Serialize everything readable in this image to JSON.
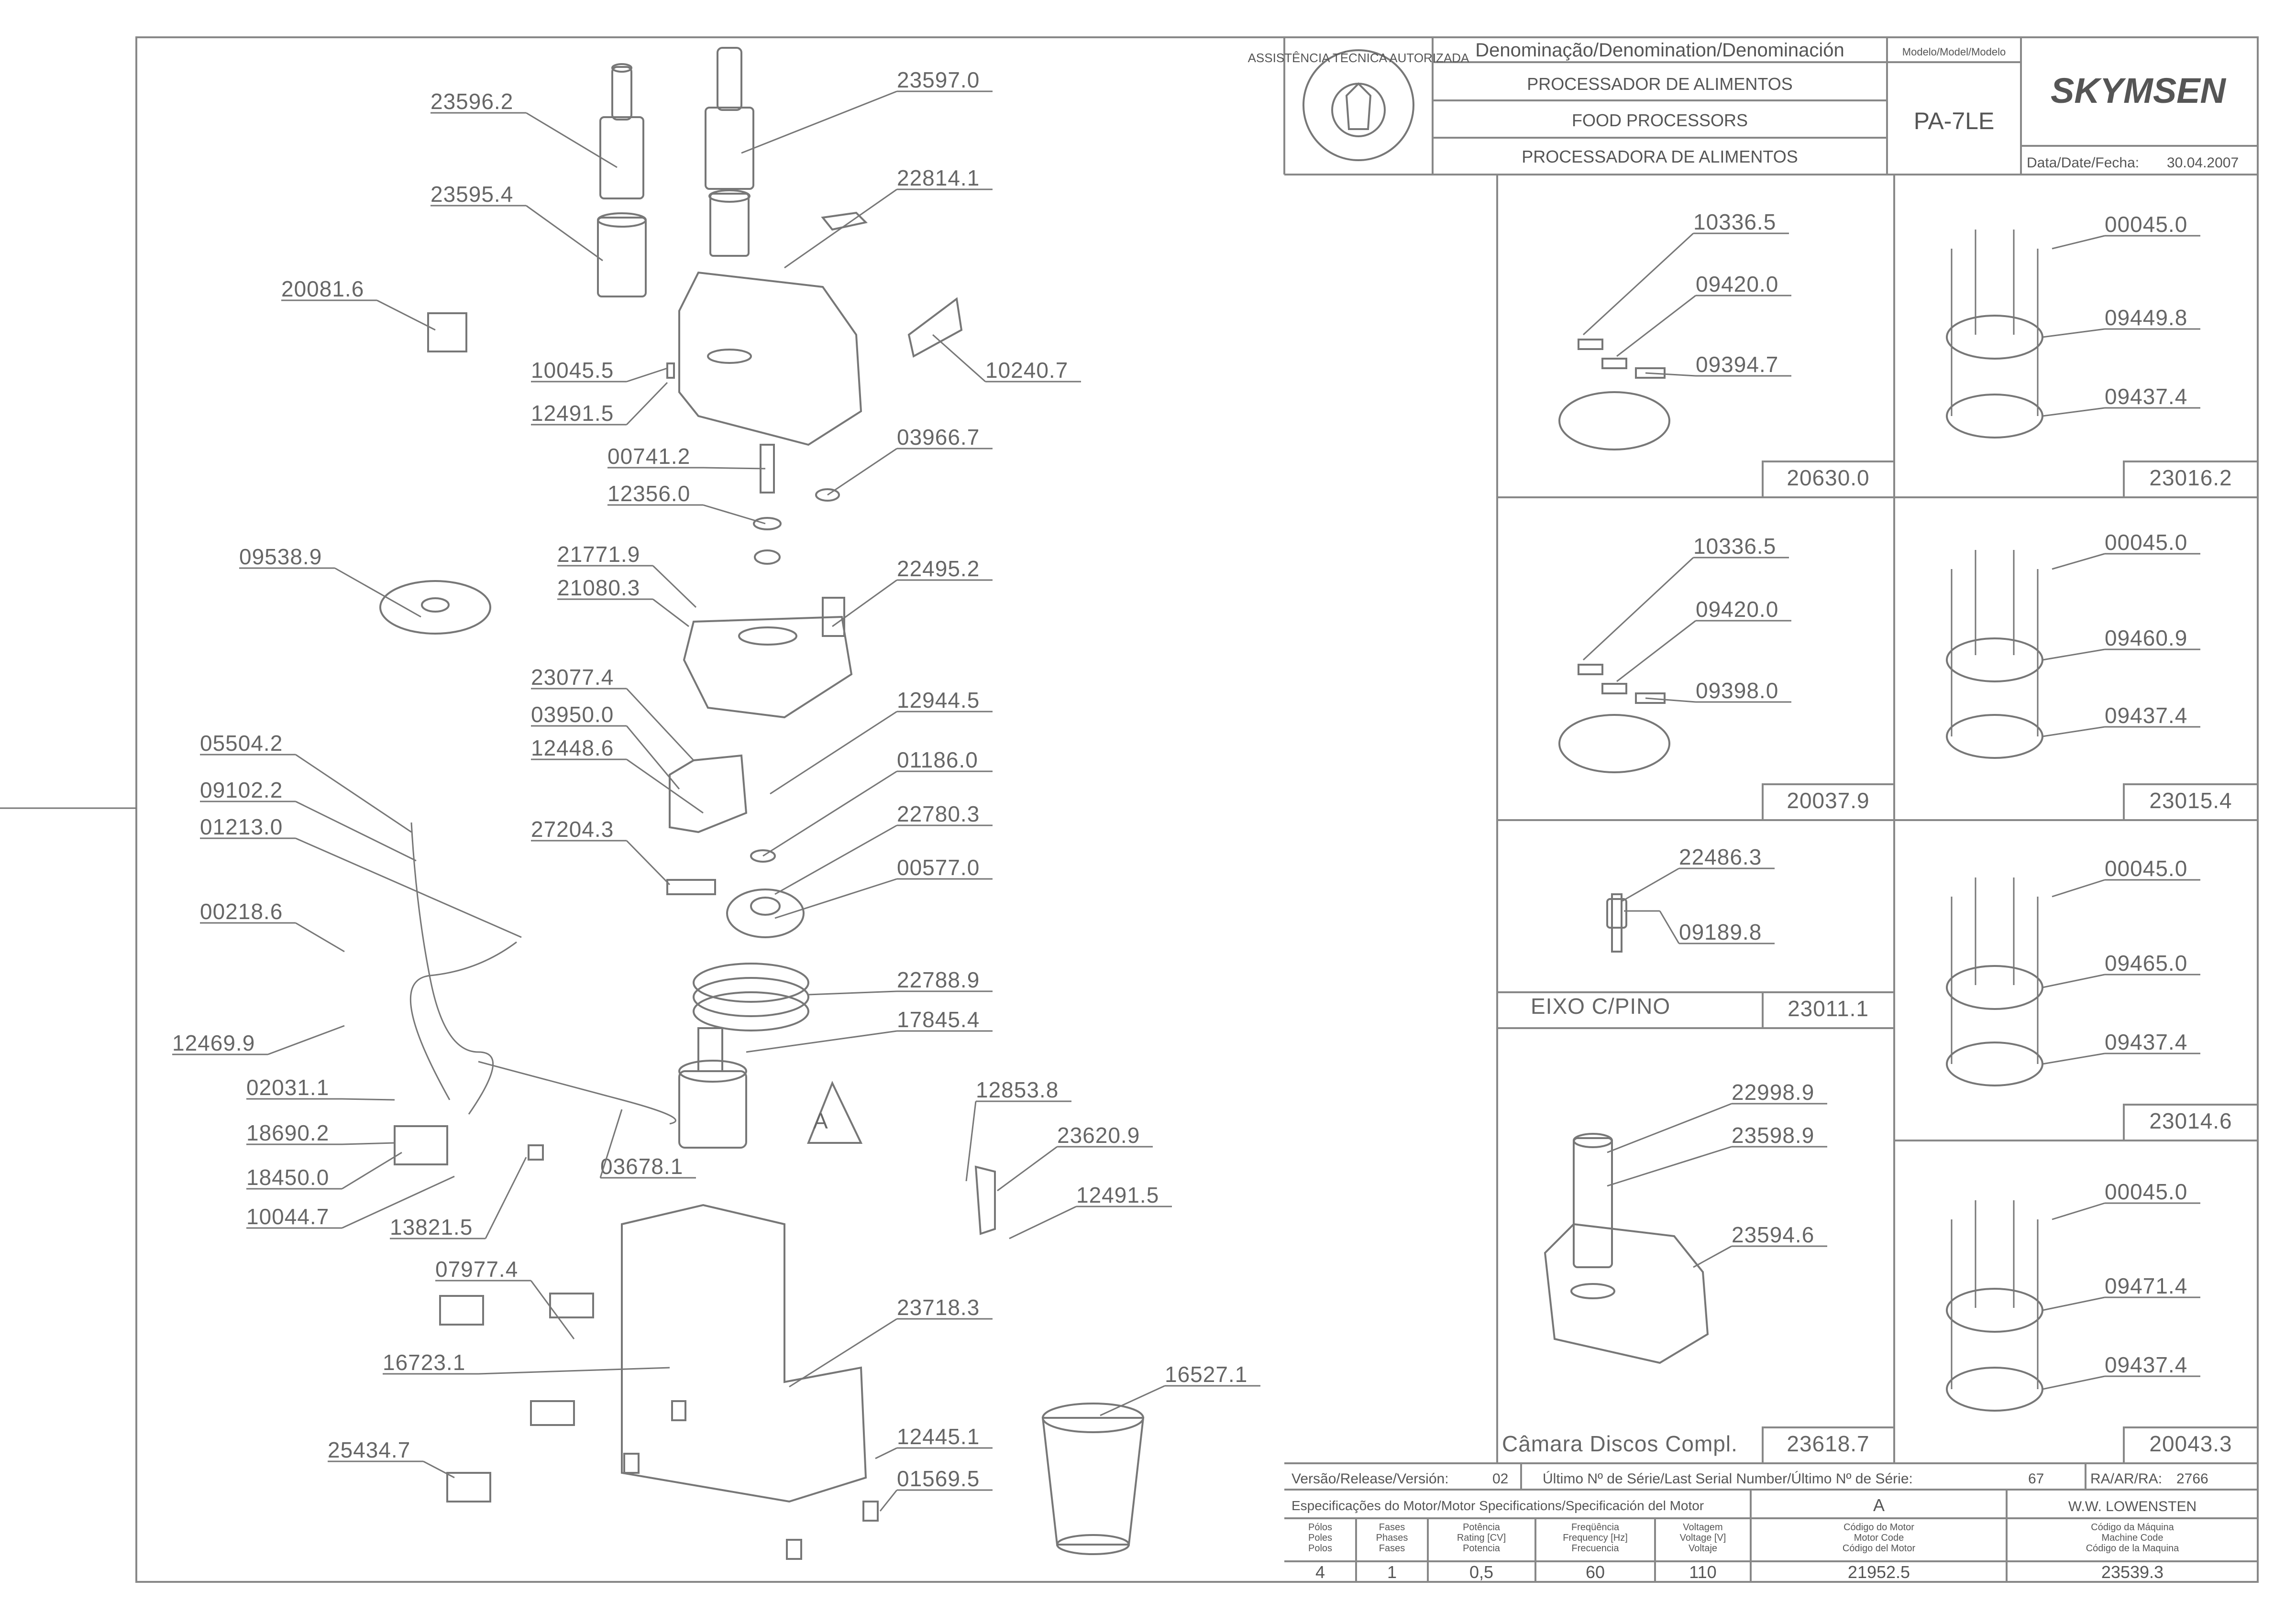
{
  "main_parts": [
    {
      "code": "23596.2"
    },
    {
      "code": "23597.0"
    },
    {
      "code": "23595.4"
    },
    {
      "code": "22814.1"
    },
    {
      "code": "20081.6"
    },
    {
      "code": "10045.5"
    },
    {
      "code": "12491.5"
    },
    {
      "code": "10240.7"
    },
    {
      "code": "00741.2"
    },
    {
      "code": "03966.7"
    },
    {
      "code": "12356.0"
    },
    {
      "code": "09538.9"
    },
    {
      "code": "21771.9"
    },
    {
      "code": "21080.3"
    },
    {
      "code": "22495.2"
    },
    {
      "code": "23077.4"
    },
    {
      "code": "03950.0"
    },
    {
      "code": "12944.5"
    },
    {
      "code": "12448.6"
    },
    {
      "code": "05504.2"
    },
    {
      "code": "01186.0"
    },
    {
      "code": "09102.2"
    },
    {
      "code": "01213.0"
    },
    {
      "code": "27204.3"
    },
    {
      "code": "22780.3"
    },
    {
      "code": "00577.0"
    },
    {
      "code": "00218.6"
    },
    {
      "code": "22788.9"
    },
    {
      "code": "17845.4"
    },
    {
      "code": "12469.9"
    },
    {
      "code": "02031.1"
    },
    {
      "code": "12853.8"
    },
    {
      "code": "18690.2"
    },
    {
      "code": "23620.9"
    },
    {
      "code": "18450.0"
    },
    {
      "code": "03678.1"
    },
    {
      "code": "12491.5"
    },
    {
      "code": "10044.7"
    },
    {
      "code": "13821.5"
    },
    {
      "code": "07977.4"
    },
    {
      "code": "23718.3"
    },
    {
      "code": "16723.1"
    },
    {
      "code": "16527.1"
    },
    {
      "code": "12445.1"
    },
    {
      "code": "25434.7"
    },
    {
      "code": "01569.5"
    }
  ],
  "detail_letter": "A",
  "title_block": {
    "denomination_header": "Denominação/Denomination/Denominación",
    "names": [
      "PROCESSADOR DE ALIMENTOS",
      "FOOD PROCESSORS",
      "PROCESSADORA DE ALIMENTOS"
    ],
    "model_header": "Modelo/Model/Modelo",
    "model": "PA-7LE",
    "brand": "SKYMSEN",
    "date_label": "Data/Date/Fecha:",
    "date": "30.04.2007",
    "badge_text": "ASSISTÊNCIA TÉCNICA AUTORIZADA"
  },
  "kits": {
    "k1": {
      "parts": [
        "10336.5",
        "09420.0",
        "09394.7"
      ],
      "code": "20630.0"
    },
    "k2": {
      "parts": [
        "10336.5",
        "09420.0",
        "09398.0"
      ],
      "code": "20037.9"
    },
    "k3": {
      "parts": [
        "22486.3",
        "09189.8"
      ],
      "caption": "EIXO C/PINO",
      "code": "23011.1"
    },
    "k4": {
      "parts": [
        "22998.9",
        "23598.9",
        "23594.6"
      ],
      "caption": "Câmara Discos Compl.",
      "code": "23618.7"
    },
    "d1": {
      "parts": [
        "00045.0",
        "09449.8",
        "09437.4"
      ],
      "code": "23016.2"
    },
    "d2": {
      "parts": [
        "00045.0",
        "09460.9",
        "09437.4"
      ],
      "code": "23015.4"
    },
    "d3": {
      "parts": [
        "00045.0",
        "09465.0",
        "09437.4"
      ],
      "code": "23014.6"
    },
    "d4": {
      "parts": [
        "00045.0",
        "09471.4",
        "09437.4"
      ],
      "code": "20043.3"
    }
  },
  "spec": {
    "version_label": "Versão/Release/Versión:",
    "version": "02",
    "serial_label": "Último Nº de Série/Last Serial Number/Último Nº de Série:",
    "serial": "67",
    "ra_label": "RA/AR/RA:",
    "ra": "2766",
    "motor_spec_label": "Especificações do Motor/Motor Specifications/Specificación del Motor",
    "motor_ref": "A",
    "manufacturer": "W.W. LOWENSTEN",
    "headers": [
      [
        "Pólos",
        "Poles",
        "Polos"
      ],
      [
        "Fases",
        "Phases",
        "Fases"
      ],
      [
        "Potência",
        "Rating [CV]",
        "Potencia"
      ],
      [
        "Freqüência",
        "Frequency [Hz]",
        "Frecuencia"
      ],
      [
        "Voltagem",
        "Voltage [V]",
        "Voltaje"
      ],
      [
        "Código do Motor",
        "Motor Code",
        "Código del Motor"
      ],
      [
        "Código da Máquina",
        "Machine Code",
        "Código de la Maquina"
      ]
    ],
    "values": [
      "4",
      "1",
      "0,5",
      "60",
      "110",
      "21952.5",
      "23539.3"
    ]
  }
}
